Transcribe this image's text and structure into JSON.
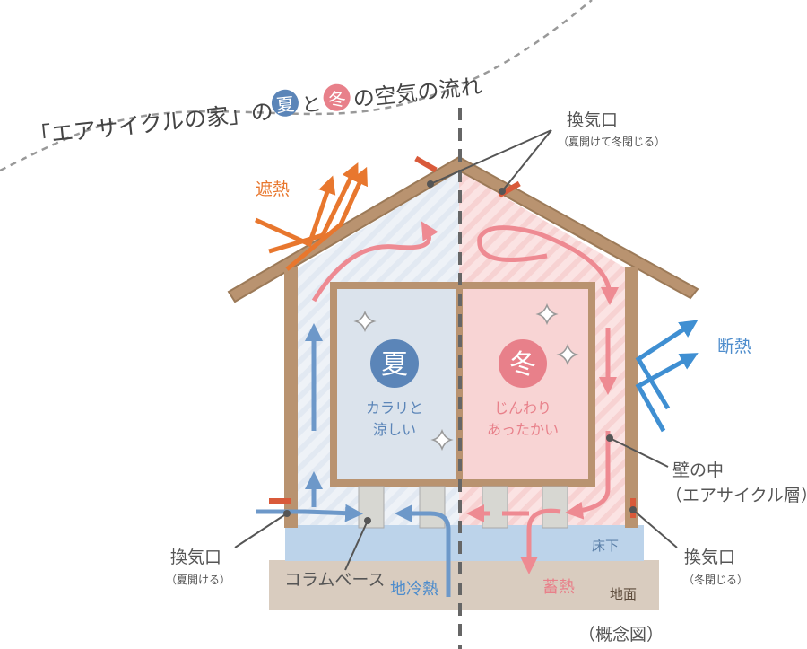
{
  "title": {
    "part1": "「エアサイクルの家」の",
    "summer": "夏",
    "mid": "と",
    "winter": "冬",
    "part2": "の空気の流れ"
  },
  "labels": {
    "vent_top": "換気口",
    "vent_top_note": "（夏開けて冬閉じる）",
    "heat_shield": "遮熱",
    "insulation": "断熱",
    "summer": "夏",
    "summer_desc1": "カラリと",
    "summer_desc2": "涼しい",
    "winter": "冬",
    "winter_desc1": "じんわり",
    "winter_desc2": "あったかい",
    "wall_inside": "壁の中",
    "wall_layer": "（エアサイクル層）",
    "vent_left": "換気口",
    "vent_left_note": "（夏開ける）",
    "vent_right": "換気口",
    "vent_right_note": "（冬閉じる）",
    "column_base": "コラムベース",
    "ground_cool": "地冷熱",
    "heat_storage": "蓄熱",
    "underfloor": "床下",
    "ground": "地面",
    "concept": "（概念図）"
  },
  "colors": {
    "summer": "#5b85b8",
    "winter": "#e8808a",
    "wood": "#b99370",
    "shield": "#e8772e",
    "insul": "#3f8fd2"
  }
}
